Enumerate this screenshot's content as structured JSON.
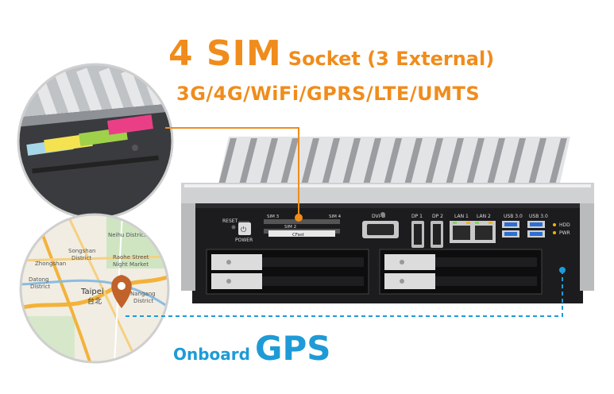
{
  "headline": {
    "big": "4 SIM",
    "small": "Socket (3 External)",
    "sub": "3G/4G/WiFi/GPRS/LTE/UMTS"
  },
  "gps": {
    "small": "Onboard",
    "big": "GPS"
  },
  "panel": {
    "reset": "RESET",
    "power": "POWER",
    "sim3": "SIM 3",
    "sim4": "SIM 4",
    "sim2": "SIM 2",
    "cfast": "CFast",
    "dvi": "DVI-D",
    "dp1": "DP 1",
    "dp2": "DP 2",
    "lan1": "LAN 1",
    "lan2": "LAN 2",
    "usb1": "USB 3.0",
    "usb2": "USB 3.0",
    "hdd": "HDD",
    "pwr": "PWR"
  },
  "map": {
    "labels": [
      "Neihu District",
      "Songshan",
      "District",
      "Raohe Street",
      "Night Market",
      "Taipei",
      "台北",
      "Nangang",
      "District",
      "Zhongshan",
      "Datong",
      "District"
    ]
  },
  "colors": {
    "accent": "#f08c1c",
    "gps": "#1e9bd7",
    "chassis": "#1c1c1e"
  }
}
